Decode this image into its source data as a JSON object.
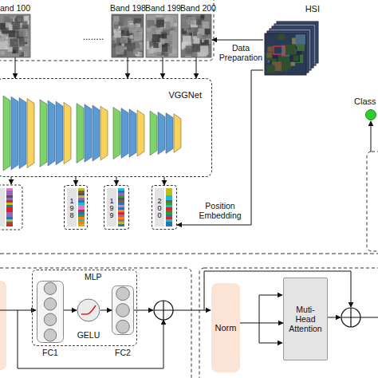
{
  "diagram": {
    "nodes": [
      {
        "text": [
          "and 100"
        ]
      },
      {
        "text": [
          "Band 198"
        ]
      },
      {
        "text": [
          "Band 199"
        ]
      },
      {
        "text": [
          "Band 200"
        ]
      },
      {
        "text": [
          "HSI"
        ]
      },
      {
        "text": [
          "VGGNet"
        ]
      },
      {
        "text": [
          "198"
        ]
      },
      {
        "text": [
          "199"
        ]
      },
      {
        "text": [
          "200"
        ]
      },
      {
        "text": [
          "Class"
        ]
      },
      {
        "text": [
          "MLP"
        ]
      },
      {
        "text": [
          "FC1"
        ],
        "in": 10
      },
      {
        "text": [
          "GELU"
        ],
        "in": 10
      },
      {
        "text": [
          "FC2"
        ],
        "in": 10
      },
      {
        "text": [
          "Norm"
        ]
      },
      {
        "text": [
          "Muti-Head Attention"
        ]
      }
    ],
    "edges": [
      {
        "from": 4,
        "to": 3,
        "arrow": "to",
        "label": "Data Preparation"
      },
      {
        "from": 0,
        "to": 5,
        "arrow": "to"
      },
      {
        "from": 1,
        "to": 5,
        "arrow": "to"
      },
      {
        "from": 2,
        "to": 5,
        "arrow": "to"
      },
      {
        "from": 3,
        "to": 5,
        "arrow": "to"
      },
      {
        "from": 5,
        "to": 6,
        "arrow": "to"
      },
      {
        "from": 5,
        "to": 7,
        "arrow": "to"
      },
      {
        "from": 5,
        "to": 8,
        "arrow": "to"
      },
      {
        "from": 4,
        "to": 8,
        "arrow": "to",
        "label": "Position Embedding"
      },
      {
        "from": 11,
        "to": 12,
        "arrow": "to"
      },
      {
        "from": 12,
        "to": 13,
        "arrow": "to"
      },
      {
        "from": 14,
        "to": 15,
        "arrow": "to"
      }
    ],
    "labels": [
      "........"
    ]
  }
}
